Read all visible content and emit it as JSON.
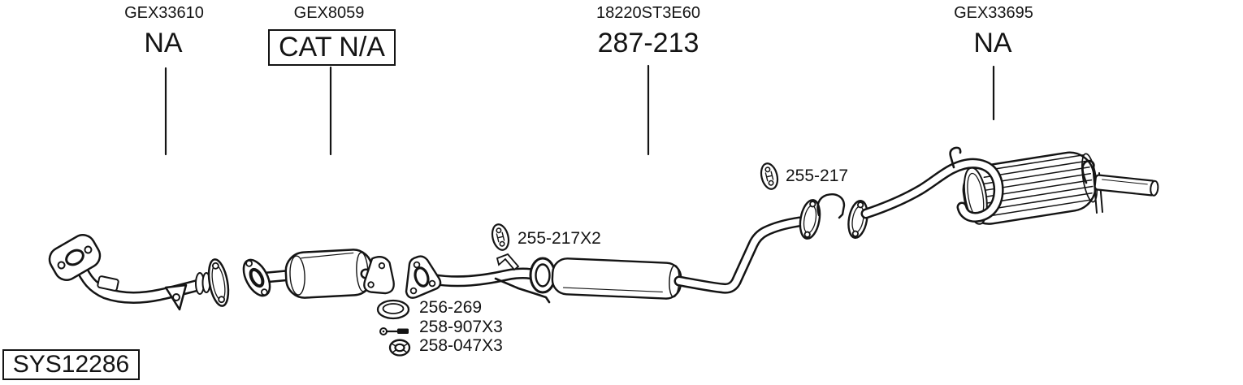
{
  "system_code": "SYS12286",
  "sections": [
    {
      "part_ref": "GEX33610",
      "status": "NA",
      "boxed": false
    },
    {
      "part_ref": "GEX8059",
      "status": "CAT N/A",
      "boxed": true
    },
    {
      "part_ref": "18220ST3E60",
      "status": "287-213",
      "boxed": false
    },
    {
      "part_ref": "GEX33695",
      "status": "NA",
      "boxed": false
    }
  ],
  "fitting_labels": [
    {
      "part": "255-217X2",
      "icon": "rubber-hanger-icon"
    },
    {
      "part": "255-217",
      "icon": "rubber-hanger-icon"
    },
    {
      "part": "256-269",
      "icon": "gasket-ring-icon"
    },
    {
      "part": "258-907X3",
      "icon": "bolt-icon"
    },
    {
      "part": "258-047X3",
      "icon": "flange-nut-icon"
    }
  ],
  "colors": {
    "line": "#141414",
    "background": "#ffffff"
  }
}
